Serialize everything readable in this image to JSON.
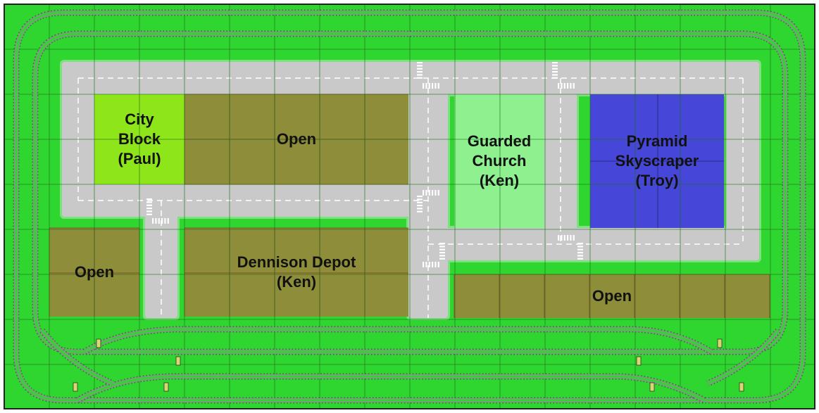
{
  "colors": {
    "baseplate": "#2fd62f",
    "grid_line": "#1e6e1e",
    "road": "#c9c9c9",
    "road_edge": "#7fe07f",
    "road_marking": "#ffffff",
    "track_rail": "#8f8f8f",
    "track_tie": "#555555",
    "open_lot": "#8e8e3a",
    "lot_grid": "#8b3a1a",
    "city_block": "#8ee61a",
    "church": "#8ef08e",
    "skyscraper": "#4646d8",
    "signal": "#d8d870",
    "frame": "#222222"
  },
  "lots": [
    {
      "id": "city-block",
      "label": "City\nBlock\n(Paul)",
      "fill_key": "city_block"
    },
    {
      "id": "open-top",
      "label": "Open",
      "fill_key": "open_lot"
    },
    {
      "id": "guarded-church",
      "label": "Guarded\nChurch\n(Ken)",
      "fill_key": "church"
    },
    {
      "id": "pyramid-skyscraper",
      "label": "Pyramid\nSkyscraper\n(Troy)",
      "fill_key": "skyscraper"
    },
    {
      "id": "open-left",
      "label": "Open",
      "fill_key": "open_lot"
    },
    {
      "id": "dennison-depot",
      "label": "Dennison Depot\n(Ken)",
      "fill_key": "open_lot"
    },
    {
      "id": "open-bottom-right",
      "label": "Open",
      "fill_key": "open_lot"
    }
  ]
}
